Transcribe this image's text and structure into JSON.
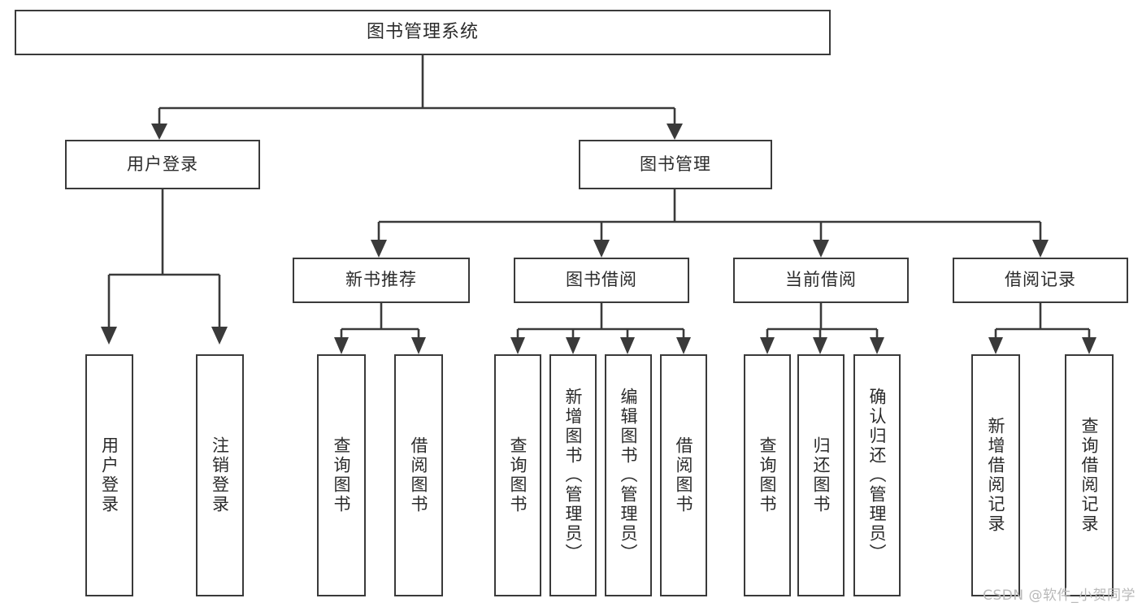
{
  "diagram": {
    "title": "图书管理系统",
    "type": "tree-hierarchy-diagram",
    "watermark": "CSDN @软件_小贺同学",
    "colors": {
      "stroke": "#3a3a3a",
      "fill": "#ffffff",
      "text": "#2b2b2b",
      "watermark": "#b9b9b9"
    },
    "root": {
      "label": "图书管理系统"
    },
    "level2": [
      {
        "id": "user-login",
        "label": "用户登录"
      },
      {
        "id": "book-manage",
        "label": "图书管理"
      }
    ],
    "level3": [
      {
        "id": "new-book-rec",
        "label": "新书推荐"
      },
      {
        "id": "book-borrow",
        "label": "图书借阅"
      },
      {
        "id": "current-borrow",
        "label": "当前借阅"
      },
      {
        "id": "borrow-record",
        "label": "借阅记录"
      }
    ],
    "leaves": {
      "user_login": [
        {
          "id": "leaf-user-login",
          "label": "用户登录"
        },
        {
          "id": "leaf-logout",
          "label": "注销登录"
        }
      ],
      "new_book_rec": [
        {
          "id": "leaf-query-book-1",
          "label": "查询图书"
        },
        {
          "id": "leaf-borrow-book-1",
          "label": "借阅图书"
        }
      ],
      "book_borrow": [
        {
          "id": "leaf-query-book-2",
          "label": "查询图书"
        },
        {
          "id": "leaf-add-book",
          "label": "新增图书（管理员）"
        },
        {
          "id": "leaf-edit-book",
          "label": "编辑图书（管理员）"
        },
        {
          "id": "leaf-borrow-book-2",
          "label": "借阅图书"
        }
      ],
      "current_borrow": [
        {
          "id": "leaf-query-book-3",
          "label": "查询图书"
        },
        {
          "id": "leaf-return-book",
          "label": "归还图书"
        },
        {
          "id": "leaf-confirm-return",
          "label": "确认归还（管理员）"
        }
      ],
      "borrow_record": [
        {
          "id": "leaf-add-record",
          "label": "新增借阅记录"
        },
        {
          "id": "leaf-query-record",
          "label": "查询借阅记录"
        }
      ]
    }
  }
}
